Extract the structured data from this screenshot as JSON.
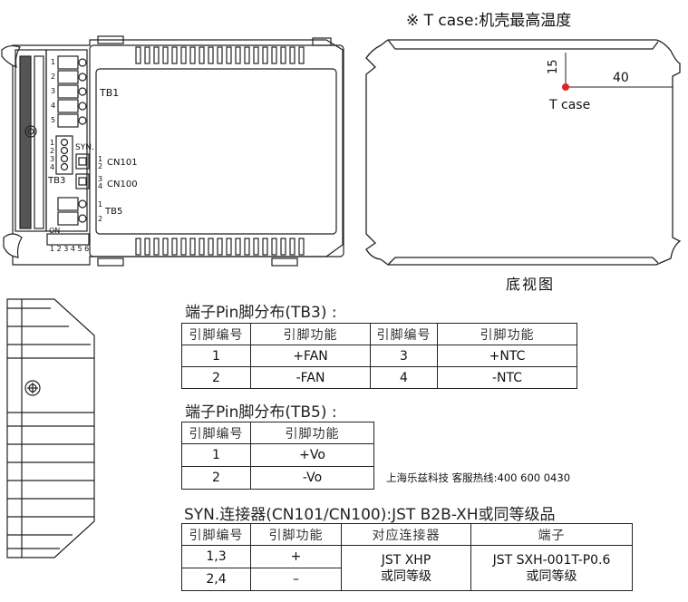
{
  "diagram": {
    "tcase_note": "※ T case:机壳最高温度",
    "bottom_view_label": "底视图",
    "tcase_label": "T case",
    "dim_vertical": "15",
    "dim_horizontal": "40",
    "left_labels": {
      "tb1": "TB1",
      "tb3": "TB3",
      "tb5": "TB5",
      "syn": "SYN.",
      "cn101": "CN101",
      "cn100": "CN100",
      "on": "ON",
      "dip_numbers": "1 2 3 4 5 6",
      "tb1_pins": [
        "1",
        "2",
        "3",
        "4",
        "5"
      ],
      "tb3_pins": [
        "1",
        "2",
        "3",
        "4"
      ],
      "cn101_pins": [
        "1",
        "2"
      ],
      "cn100_pins": [
        "3",
        "4"
      ],
      "tb5_pins": [
        "1",
        "2"
      ]
    },
    "colors": {
      "tcase_dot": "#e0202a",
      "line": "#222222"
    }
  },
  "tb3": {
    "title": "端子Pin脚分布(TB3) :",
    "headers": [
      "引脚编号",
      "引脚功能",
      "引脚编号",
      "引脚功能"
    ],
    "rows": [
      [
        "1",
        "+FAN",
        "3",
        "+NTC"
      ],
      [
        "2",
        "-FAN",
        "4",
        "-NTC"
      ]
    ]
  },
  "tb5": {
    "title": "端子Pin脚分布(TB5) :",
    "headers": [
      "引脚编号",
      "引脚功能"
    ],
    "rows": [
      [
        "1",
        "+Vo"
      ],
      [
        "2",
        "-Vo"
      ]
    ]
  },
  "contact": "上海乐兹科技 客服热线:400 600 0430",
  "syn": {
    "title": "SYN.连接器(CN101/CN100):JST B2B-XH或同等级品",
    "headers": [
      "引脚编号",
      "引脚功能",
      "对应连接器",
      "端子"
    ],
    "rows": [
      [
        "1,3",
        "+"
      ],
      [
        "2,4",
        "–"
      ]
    ],
    "connector_line1": "JST XHP",
    "connector_line2": "或同等级",
    "terminal_line1": "JST SXH-001T-P0.6",
    "terminal_line2": "或同等级"
  }
}
